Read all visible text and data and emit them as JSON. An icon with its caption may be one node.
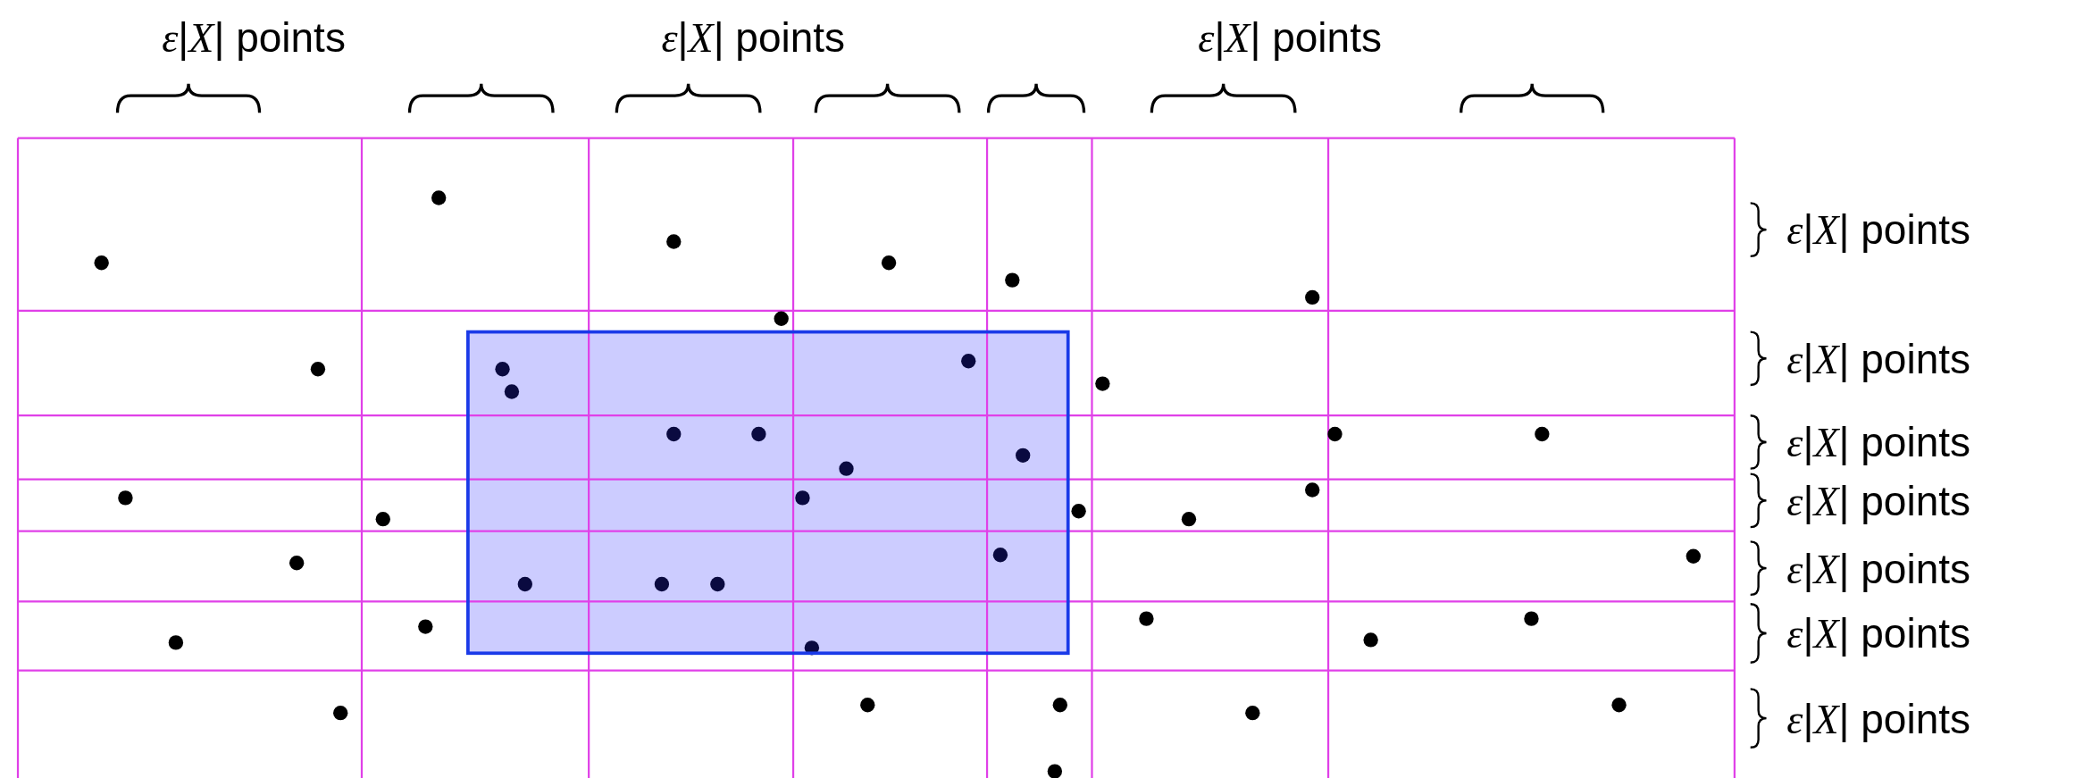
{
  "diagram": {
    "labels": [
      "*ε*|*X*| points",
      "*ε*|*X*| points",
      "*ε*|*X*| points",
      "*ε*|*X*| points",
      "*ε*|*X*| points",
      "*ε*|*X*| points",
      "*ε*|*X*| points",
      "*ε*|*X*| points",
      "*ε*|*X*| points",
      "*ε*|*X*| points"
    ]
  }
}
